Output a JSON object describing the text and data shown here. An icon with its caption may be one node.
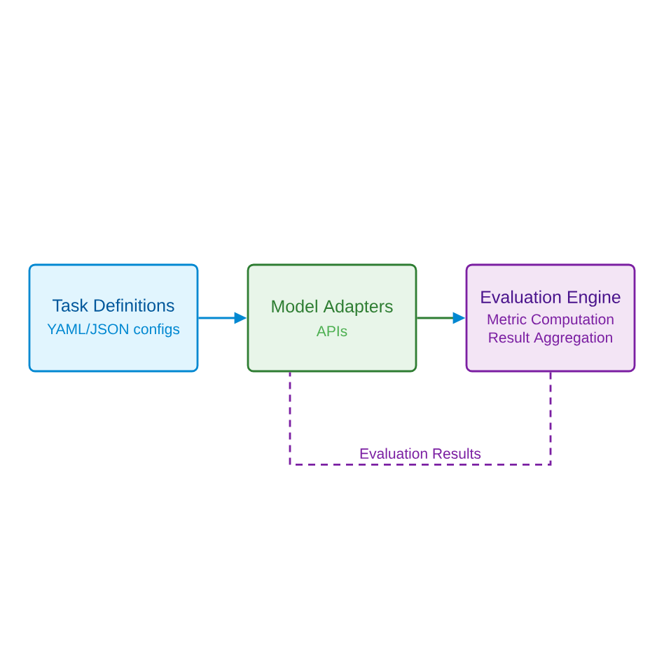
{
  "diagram": {
    "nodes": [
      {
        "text": [
          "Task Definitions",
          "YAML/JSON configs"
        ]
      },
      {
        "text": [
          "Model Adapters",
          "APIs"
        ]
      },
      {
        "text": [
          "Evaluation Engine",
          "Metric Computation Result Aggregation"
        ]
      }
    ],
    "edges": [
      {
        "from": 0,
        "to": 1,
        "arrow": "to"
      },
      {
        "from": 1,
        "to": 2,
        "arrow": "to",
        "color": "#2e7d32"
      },
      {
        "from": 2,
        "to": 1,
        "arrow": "none",
        "style": "dashed",
        "color": "#7b1fa2",
        "label": "Evaluation Results"
      }
    ]
  }
}
